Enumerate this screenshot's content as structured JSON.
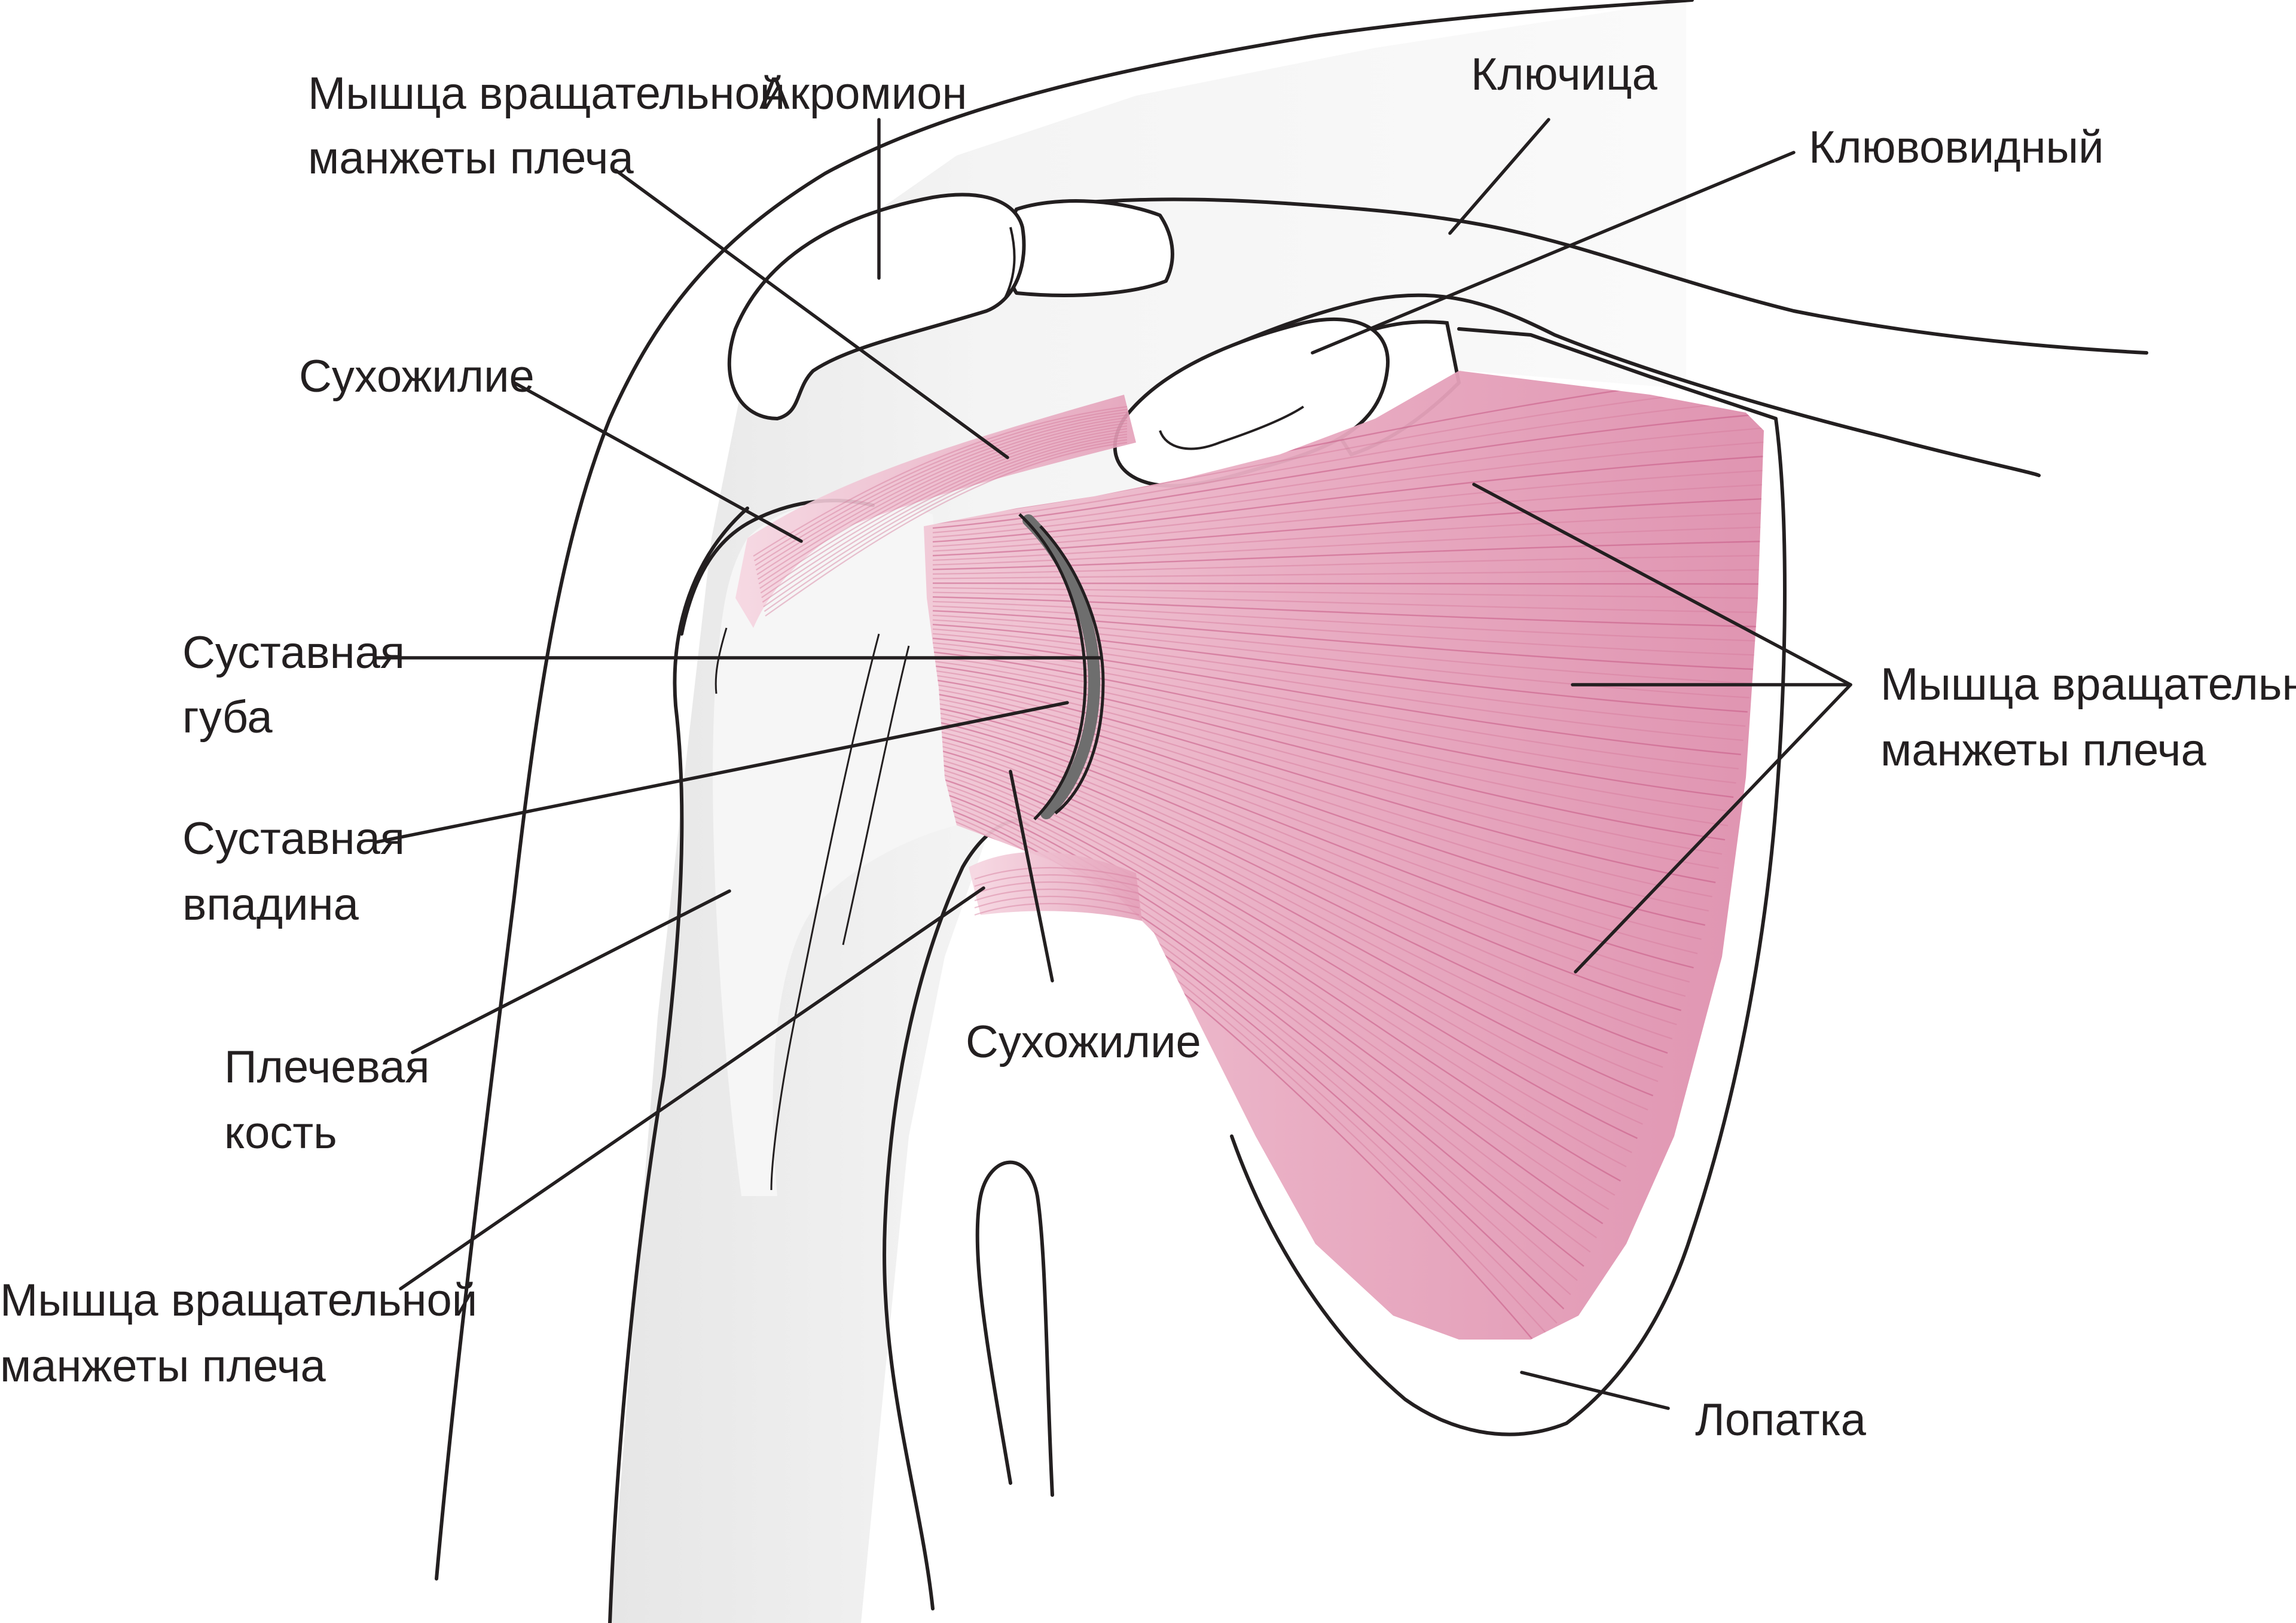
{
  "diagram": {
    "labels": {
      "rotator_cuff_top": [
        "Мышца вращательной",
        "манжеты плеча"
      ],
      "acromion": [
        "Акромион"
      ],
      "clavicle": [
        "Ключица"
      ],
      "coracoid": [
        "Клювовидный"
      ],
      "tendon_upper": [
        "Сухожилие"
      ],
      "glenoid_labrum": [
        "Суставная",
        "губа"
      ],
      "glenoid_cavity": [
        "Суставная",
        "впадина"
      ],
      "humerus": [
        "Плечевая",
        "кость"
      ],
      "rotator_cuff_bottom": [
        "Мышца вращательной",
        "манжеты плеча"
      ],
      "tendon_lower": [
        "Сухожилие"
      ],
      "rotator_cuff_right": [
        "Мышца вращательной",
        "манжеты плеча"
      ],
      "scapula": [
        "Лопатка"
      ]
    },
    "colors": {
      "muscle_fill": "#e7a6bf",
      "muscle_light": "#f3cddb",
      "fiber": "#c65a85",
      "skin_shade": "#ececec",
      "ink": "#231f20"
    }
  }
}
